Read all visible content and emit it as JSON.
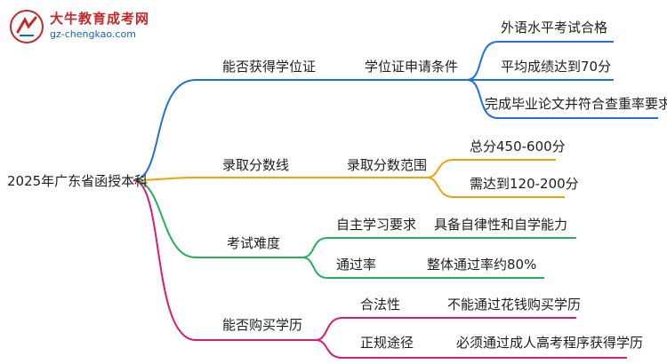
{
  "logo": {
    "name": "大牛教育成考网",
    "url": "gz-chengkao.com"
  },
  "root": "2025年广东省函授本科",
  "branches": [
    {
      "label": "能否获得学位证",
      "color": "#1f6fe5",
      "children": [
        {
          "label": "学位证申请条件",
          "children": [
            "外语水平考试合格",
            "平均成绩达到70分",
            "完成毕业论文并符合查重率要求"
          ]
        }
      ]
    },
    {
      "label": "录取分数线",
      "color": "#f0a20b",
      "children": [
        {
          "label": "录取分数范围",
          "children": [
            "总分450-600分",
            "需达到120-200分"
          ]
        }
      ]
    },
    {
      "label": "考试难度",
      "color": "#22b35a",
      "children": [
        {
          "label": "自主学习要求",
          "children": [
            "具备自律性和自学能力"
          ]
        },
        {
          "label": "通过率",
          "children": [
            "整体通过率约80%"
          ]
        }
      ]
    },
    {
      "label": "能否购买学历",
      "color": "#e0196d",
      "children": [
        {
          "label": "合法性",
          "children": [
            "不能通过花钱购买学历"
          ]
        },
        {
          "label": "正规途径",
          "children": [
            "必须通过成人高考程序获得学历"
          ]
        }
      ]
    }
  ]
}
